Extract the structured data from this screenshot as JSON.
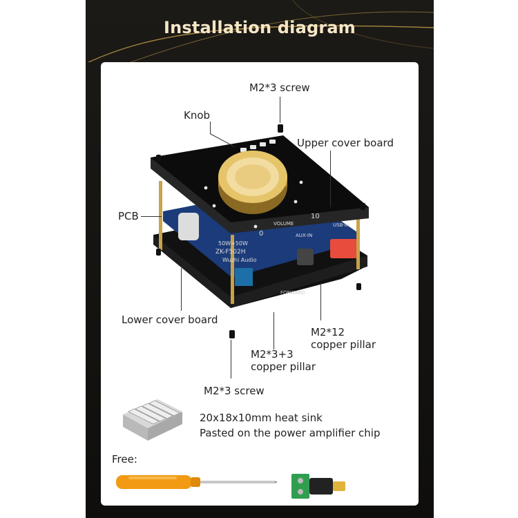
{
  "header": {
    "title": "Installation diagram"
  },
  "labels": {
    "top_screw": "M2*3 screw",
    "knob": "Knob",
    "upper_cover": "Upper cover board",
    "pcb": "PCB",
    "lower_cover": "Lower cover board",
    "pillar_12_line1": "M2*12",
    "pillar_12_line2": "copper pillar",
    "pillar_33_line1": "M2*3+3",
    "pillar_33_line2": "copper pillar",
    "bottom_screw": "M2*3 screw",
    "heatsink_line1": "20x18x10mm heat sink",
    "heatsink_line2": "Pasted on the power amplifier chip",
    "free": "Free:"
  },
  "board_markings": {
    "model": "ZK-F502H",
    "brand": "Wuzhi Audio",
    "power": "50W+50W",
    "aux": "AUX-IN",
    "usb": "USB-IN",
    "volume": "VOLUME",
    "min": "0",
    "max": "10",
    "forward": "FORWARD"
  },
  "colors": {
    "background": "#0f0e0c",
    "title": "#f5e6c6",
    "gold": "#c9a24a",
    "screwdriver_handle": "#f29a13",
    "terminal_green": "#2f9e4f",
    "usb_port": "#e74c3c"
  }
}
